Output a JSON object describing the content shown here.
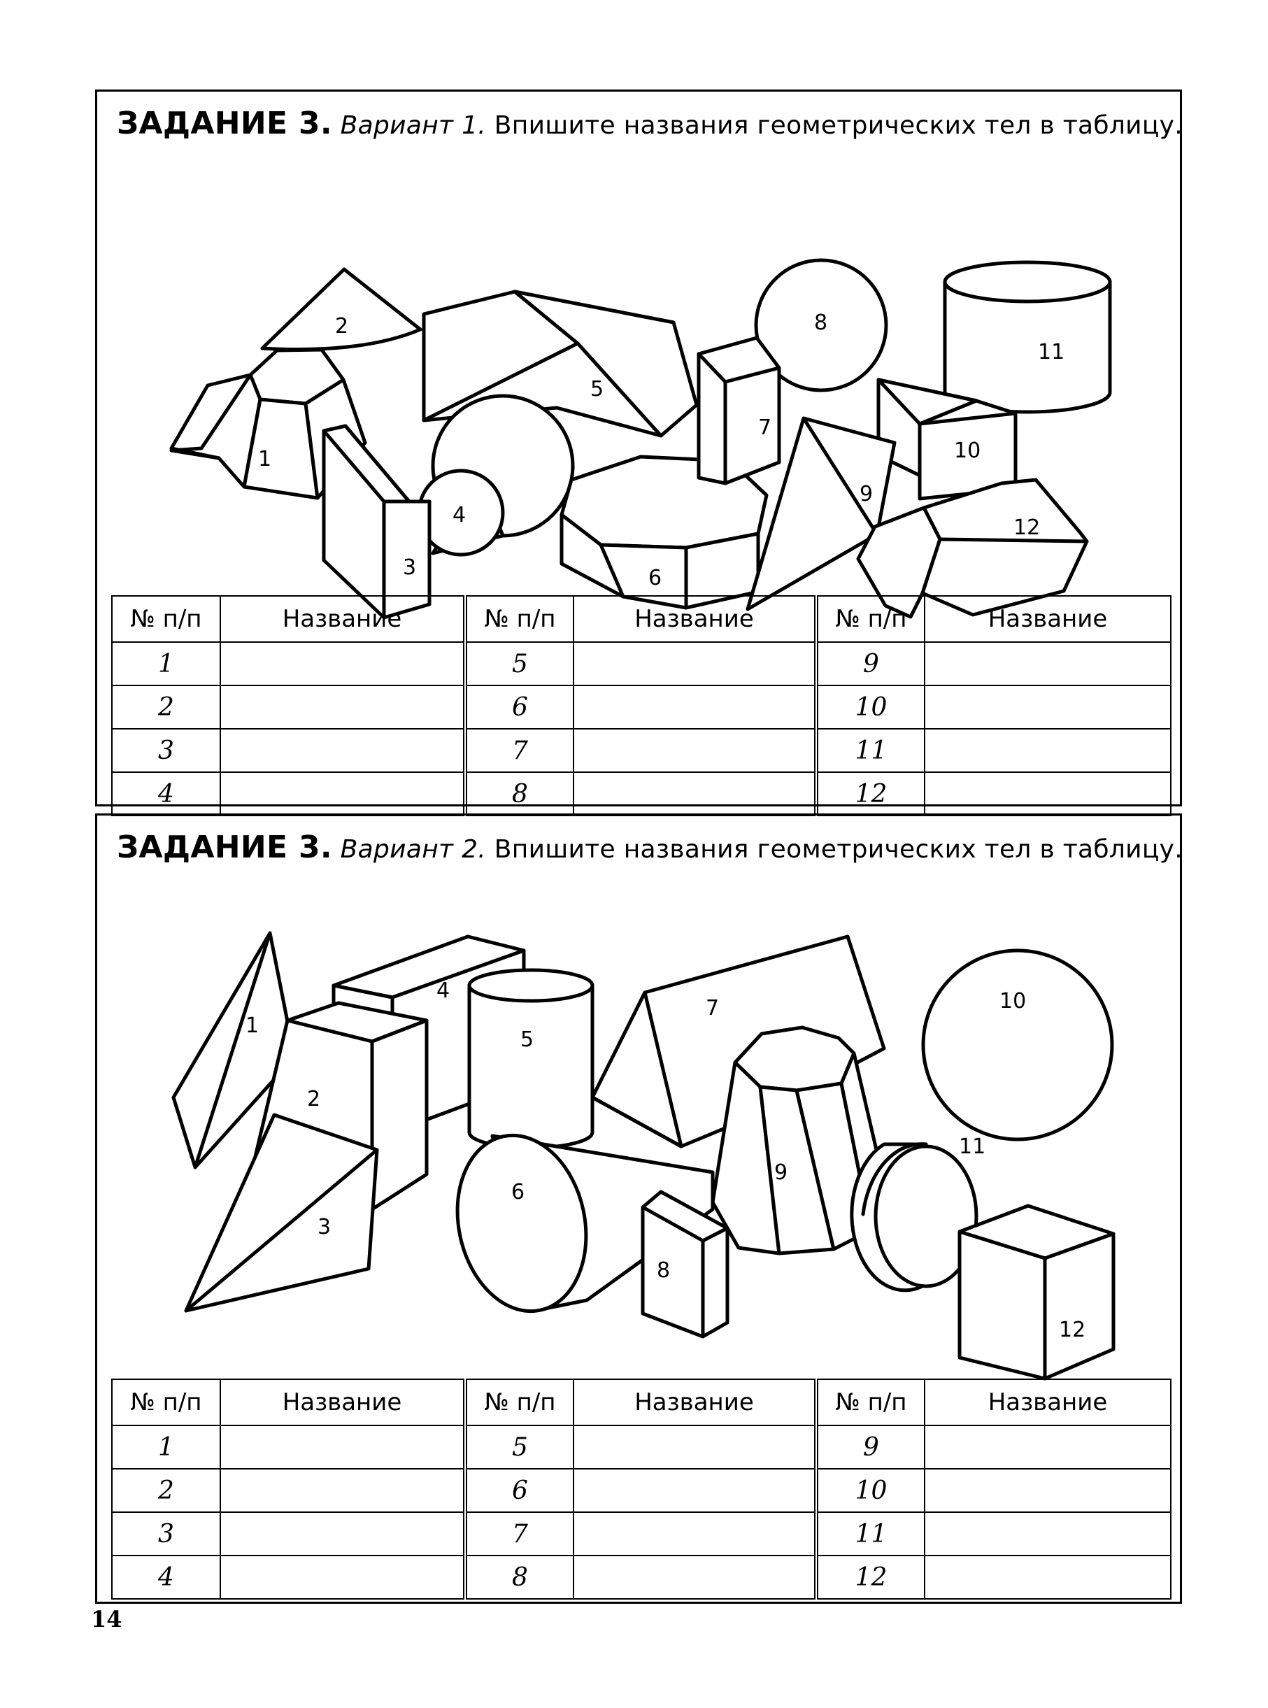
{
  "tasks": [
    {
      "title_lead": "ЗАДАНИЕ 3.",
      "title_variant": "Вариант 1.",
      "title_text": "Впишите названия геометрических тел в таблицу.",
      "figure_labels": [
        "1",
        "2",
        "3",
        "4",
        "5",
        "6",
        "7",
        "8",
        "9",
        "10",
        "11",
        "12"
      ],
      "table": {
        "header_num": "№ п/п",
        "header_name": "Название",
        "numbers": [
          [
            "1",
            "5",
            "9"
          ],
          [
            "2",
            "6",
            "10"
          ],
          [
            "3",
            "7",
            "11"
          ],
          [
            "4",
            "8",
            "12"
          ]
        ]
      }
    },
    {
      "title_lead": "ЗАДАНИЕ 3.",
      "title_variant": "Вариант 2.",
      "title_text": "Впишите названия геометрических тел в таблицу.",
      "figure_labels": [
        "1",
        "2",
        "3",
        "4",
        "5",
        "6",
        "7",
        "8",
        "9",
        "10",
        "11",
        "12"
      ],
      "table": {
        "header_num": "№ п/п",
        "header_name": "Название",
        "numbers": [
          [
            "1",
            "5",
            "9"
          ],
          [
            "2",
            "6",
            "10"
          ],
          [
            "3",
            "7",
            "11"
          ],
          [
            "4",
            "8",
            "12"
          ]
        ]
      }
    }
  ],
  "page_number": "14"
}
